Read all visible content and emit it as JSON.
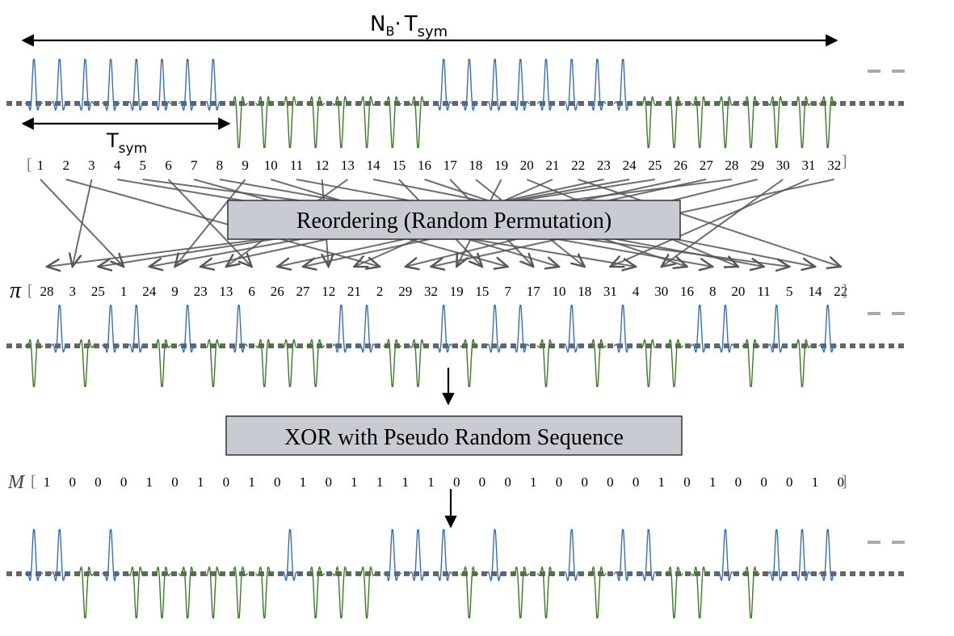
{
  "title": {
    "main": "N",
    "main_sub": "B",
    "dot": "·",
    "t": "T",
    "t_sub": "sym"
  },
  "tsym_label": {
    "t": "T",
    "t_sub": "sym"
  },
  "original_indices": [
    "1",
    "2",
    "3",
    "4",
    "5",
    "6",
    "7",
    "8",
    "9",
    "10",
    "11",
    "12",
    "13",
    "14",
    "15",
    "16",
    "17",
    "18",
    "19",
    "20",
    "21",
    "22",
    "23",
    "24",
    "25",
    "26",
    "27",
    "28",
    "29",
    "30",
    "31",
    "32"
  ],
  "original_row_polarity": [
    1,
    1,
    1,
    1,
    1,
    1,
    1,
    1,
    0,
    0,
    0,
    0,
    0,
    0,
    0,
    0,
    1,
    1,
    1,
    1,
    1,
    1,
    1,
    1,
    0,
    0,
    0,
    0,
    0,
    0,
    0,
    0
  ],
  "reorder_box_label": "Reordering (Random Permutation)",
  "perm_symbol": "π",
  "permuted_indices": [
    "28",
    "3",
    "25",
    "1",
    "24",
    "9",
    "23",
    "13",
    "6",
    "26",
    "27",
    "12",
    "21",
    "2",
    "29",
    "32",
    "19",
    "15",
    "7",
    "17",
    "10",
    "18",
    "31",
    "4",
    "30",
    "16",
    "8",
    "20",
    "11",
    "5",
    "14",
    "22"
  ],
  "xor_box_label": "XOR with Pseudo Random Sequence",
  "mask_symbol": "M",
  "mask_bits": [
    "1",
    "0",
    "0",
    "0",
    "1",
    "0",
    "1",
    "0",
    "1",
    "0",
    "1",
    "0",
    "1",
    "1",
    "1",
    "1",
    "0",
    "0",
    "0",
    "1",
    "0",
    "0",
    "0",
    "0",
    "1",
    "0",
    "1",
    "0",
    "0",
    "0",
    "1",
    "0"
  ],
  "open_bracket": "[",
  "close_bracket": "]",
  "colors": {
    "blue_pulse": "#3a6fb8",
    "green_pulse": "#3d7a2a",
    "axis": "#666666",
    "arrow": "#555555",
    "box_fill": "#c8ccd2",
    "box_border": "#333333"
  }
}
